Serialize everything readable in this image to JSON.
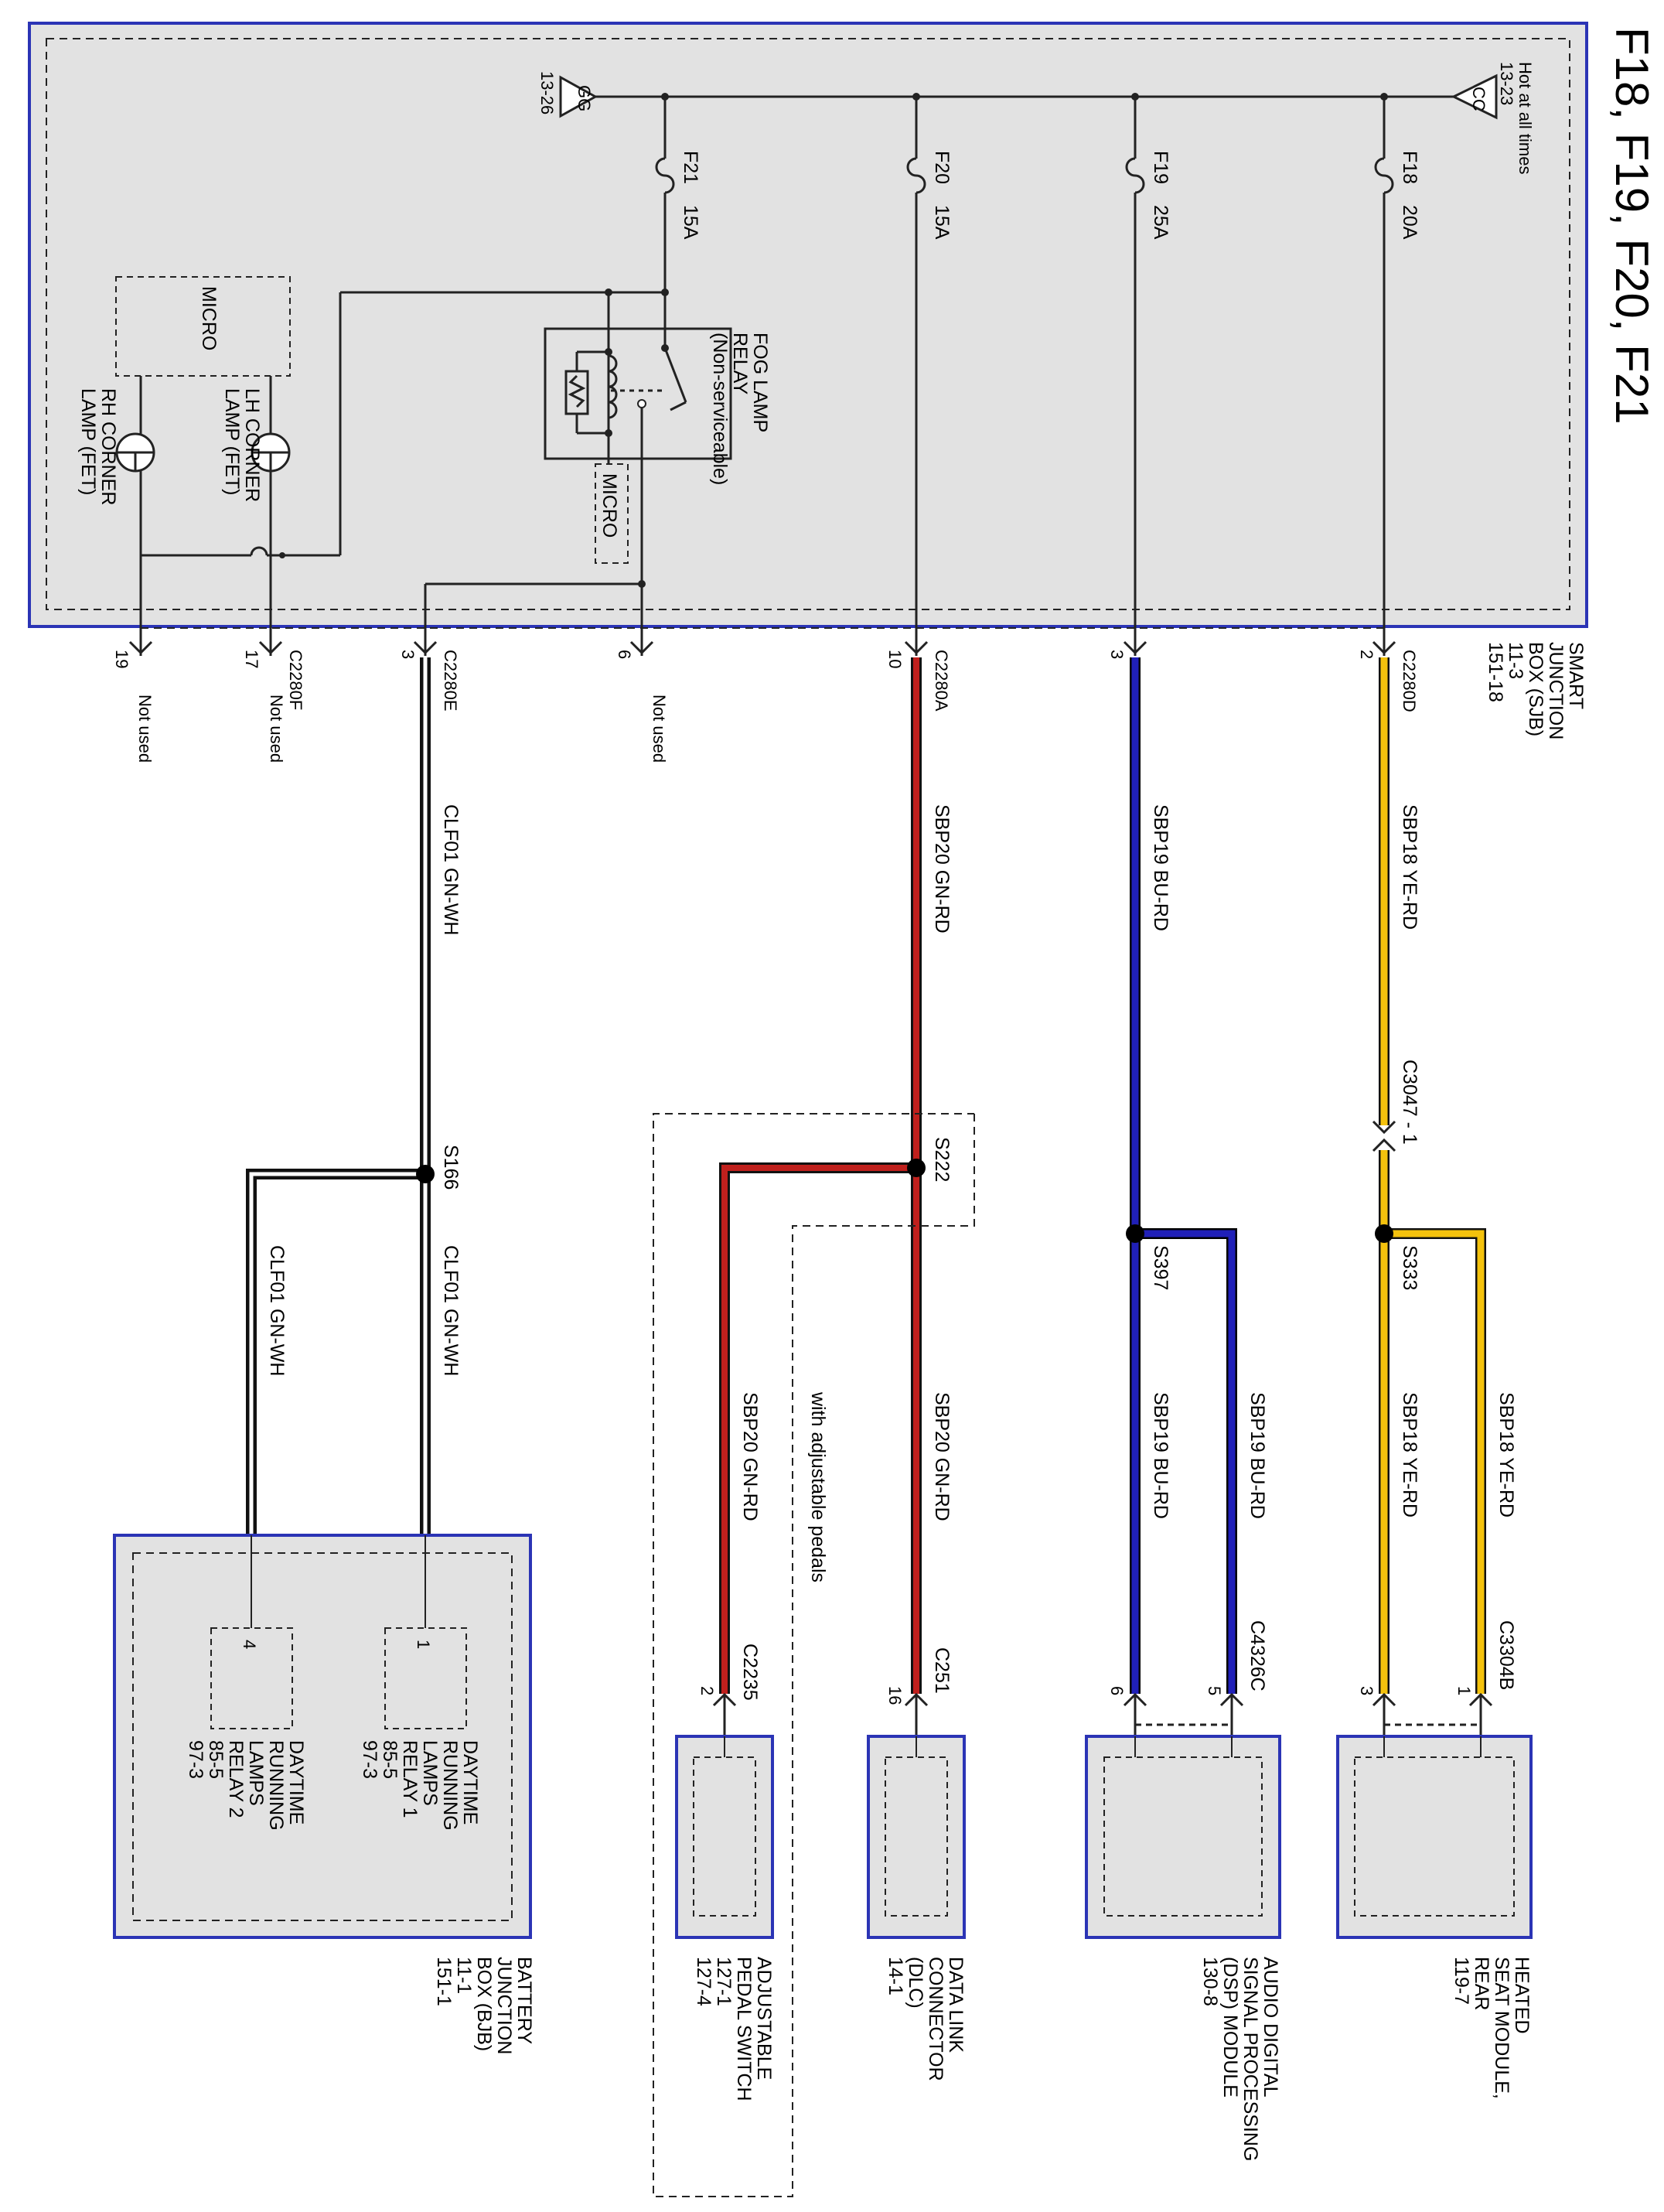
{
  "title": "F18, F19, F20, F21",
  "colors": {
    "box_fill": "#e2e2e2",
    "box_border": "#2b34b5",
    "wire_yellow": "#f4c20d",
    "wire_blue": "#2020b8",
    "wire_red": "#c0201d",
    "wire_black": "#111111"
  },
  "sjb": {
    "name": "SMART",
    "name2": "JUNCTION",
    "name3": "BOX (SJB)",
    "ref1": "11-3",
    "ref2": "151-18",
    "hot_label": "Hot at all times",
    "cc_ref": "13-23",
    "cc_tag": "CC",
    "gg_ref": "13-26",
    "gg_tag": "GG"
  },
  "fuses": {
    "f18": "F18",
    "f18_rating": "20A",
    "f19": "F19",
    "f19_rating": "25A",
    "f20": "F20",
    "f20_rating": "15A",
    "f21": "F21",
    "f21_rating": "15A"
  },
  "relay": {
    "line1": "FOG LAMP",
    "line2": "RELAY",
    "line3": "(Non-serviceable)"
  },
  "micro_label": "MICRO",
  "lh_corner": {
    "line1": "LH CORNER",
    "line2": "LAMP (FET)"
  },
  "rh_corner": {
    "line1": "RH CORNER",
    "line2": "LAMP (FET)"
  },
  "connectors": {
    "c2280d": "C2280D",
    "c2280d_pin": "2",
    "c2280a": "C2280A",
    "c2280a_pin": "10",
    "c2280e": "C2280E",
    "c2280e_pin": "3",
    "c2280f": "C2280F",
    "c2280f_pin1": "17",
    "c2280f_pin2": "19",
    "sbp19_pin": "3",
    "relay_pin": "6",
    "c3047": "C3047  -  1",
    "c3304b": "C3304B",
    "c3304b_pin": "1",
    "s333_pin": "3",
    "c4326c": "C4326C",
    "c4326c_pin": "5",
    "s397_pin": "6",
    "c251": "C251",
    "c251_pin": "16",
    "c2235": "C2235",
    "c2235_pin": "2"
  },
  "not_used": "Not used",
  "splices": {
    "s333": "S333",
    "s397": "S397",
    "s222": "S222",
    "s166": "S166"
  },
  "wires": {
    "sbp18": "SBP18  YE-RD",
    "sbp19": "SBP19  BU-RD",
    "sbp20": "SBP20  GN-RD",
    "clf01": "CLF01  GN-WH"
  },
  "adjustable_pedals_note": "with adjustable pedals",
  "modules": {
    "heated_seat": {
      "line1": "HEATED",
      "line2": "SEAT MODULE,",
      "line3": "REAR",
      "ref": "119-7"
    },
    "dsp": {
      "line1": "AUDIO DIGITAL",
      "line2": "SIGNAL PROCESSING",
      "line3": "(DSP) MODULE",
      "ref": "130-8"
    },
    "dlc": {
      "line1": "DATA LINK",
      "line2": "CONNECTOR",
      "line3": "(DLC)",
      "ref": "14-1"
    },
    "pedal": {
      "line1": "ADJUSTABLE",
      "line2": "PEDAL SWITCH",
      "ref1": "127-1",
      "ref2": "127-4"
    },
    "bjb": {
      "line1": "BATTERY",
      "line2": "JUNCTION",
      "line3": "BOX (BJB)",
      "ref1": "11-1",
      "ref2": "151-1"
    }
  },
  "drl1": {
    "pin": "1",
    "line1": "DAYTIME",
    "line2": "RUNNING",
    "line3": "LAMPS",
    "line4": "RELAY 1",
    "ref1": "85-5",
    "ref2": "97-3"
  },
  "drl2": {
    "pin": "4",
    "line1": "DAYTIME",
    "line2": "RUNNING",
    "line3": "LAMPS",
    "line4": "RELAY 2",
    "ref1": "85-5",
    "ref2": "97-3"
  }
}
